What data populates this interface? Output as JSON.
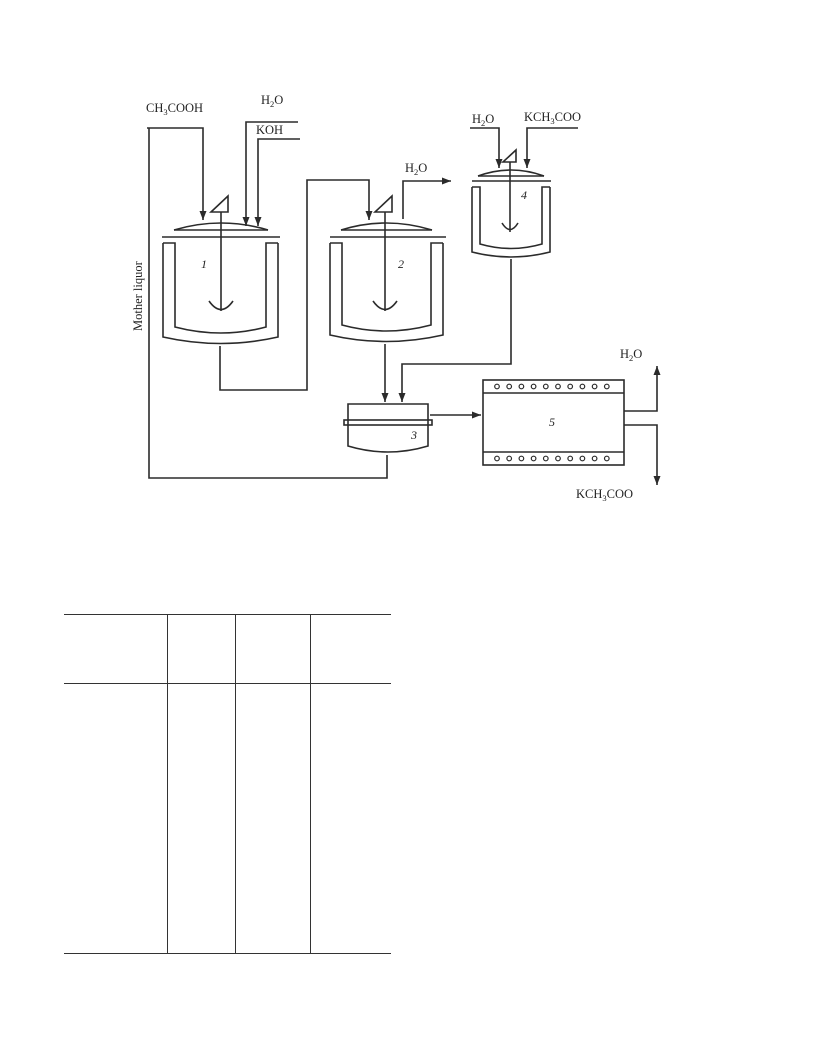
{
  "diagram": {
    "labels": {
      "acetic_acid": {
        "pre": "CH",
        "sub": "3",
        "post": "COOH"
      },
      "water_top": {
        "pre": "H",
        "sub": "2",
        "post": "O"
      },
      "koh": "KOH",
      "water_vessel4": {
        "pre": "H",
        "sub": "2",
        "post": "O"
      },
      "kch3coo_feed": {
        "pre": "KCH",
        "sub": "3",
        "post": "COO"
      },
      "water_vent": {
        "pre": "H",
        "sub": "2",
        "post": "O"
      },
      "mother_liquor": "Mother liquor",
      "water_dryer": {
        "pre": "H",
        "sub": "2",
        "post": "O"
      },
      "kch3coo_product": {
        "pre": "KCH",
        "sub": "3",
        "post": "COO"
      }
    },
    "units": [
      "1",
      "2",
      "3",
      "4",
      "5"
    ]
  }
}
